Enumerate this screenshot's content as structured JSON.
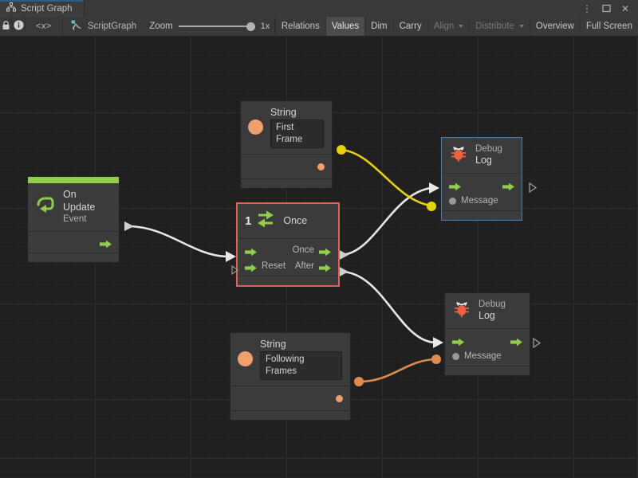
{
  "window": {
    "tab_title": "Script Graph",
    "tab_icon": "graph-hierarchy-icon",
    "controls": {
      "menu": "⋮",
      "maximize": "❐",
      "close": "✕"
    }
  },
  "toolbar": {
    "lock_icon": "lock-icon",
    "info_icon": "info-icon",
    "code_label": "<x>",
    "graph_icon": "script-graph-icon",
    "graph_name": "ScriptGraph",
    "zoom_label": "Zoom",
    "zoom_value": "1x",
    "buttons": [
      {
        "label": "Relations",
        "state": "normal",
        "caret": false
      },
      {
        "label": "Values",
        "state": "active",
        "caret": false
      },
      {
        "label": "Dim",
        "state": "normal",
        "caret": false
      },
      {
        "label": "Carry",
        "state": "normal",
        "caret": false
      },
      {
        "label": "Align",
        "state": "dim",
        "caret": true
      },
      {
        "label": "Distribute",
        "state": "dim",
        "caret": true
      },
      {
        "label": "Overview",
        "state": "normal",
        "caret": false
      },
      {
        "label": "Full Screen",
        "state": "normal",
        "caret": false
      }
    ]
  },
  "graph": {
    "nodes": [
      {
        "id": "on-update",
        "icon": "event-loop-icon",
        "title": "On Update",
        "subtitle": "Event",
        "accent": "#8fce4a",
        "selection": "none",
        "ports": {
          "out_flow": "flow-out-arrow"
        }
      },
      {
        "id": "string-first-frame",
        "icon": "string-circle-icon",
        "title": "String",
        "value": "First Frame",
        "selection": "none",
        "ports": {
          "out_value": "value-out-dot"
        }
      },
      {
        "id": "once",
        "icon": "once-counter-icon",
        "icon_number": "1",
        "title": "Once",
        "selection": "red",
        "ports": {
          "in_flow": "flow-in-arrow",
          "in_reset": "Reset",
          "out_once": "Once",
          "out_after": "After"
        }
      },
      {
        "id": "string-following-frames",
        "icon": "string-circle-icon",
        "title": "String",
        "value": "Following Frames",
        "selection": "none",
        "ports": {
          "out_value": "value-out-dot"
        }
      },
      {
        "id": "debug-log-top",
        "icon": "bug-icon",
        "title": "Log",
        "subtitle": "Debug",
        "selection": "blue",
        "ports": {
          "in_flow": "flow-in-arrow",
          "out_flow": "flow-out-arrow",
          "in_message": "Message"
        }
      },
      {
        "id": "debug-log-bottom",
        "icon": "bug-icon",
        "title": "Log",
        "subtitle": "Debug",
        "selection": "none",
        "ports": {
          "in_flow": "flow-in-arrow",
          "out_flow": "flow-out-arrow",
          "in_message": "Message"
        }
      }
    ],
    "edges": [
      {
        "id": "e-onupdate-once",
        "kind": "flow",
        "color": "#e8e8e8"
      },
      {
        "id": "e-once-debugtop",
        "kind": "flow",
        "color": "#e8e8e8"
      },
      {
        "id": "e-after-debugbottom",
        "kind": "flow",
        "color": "#e8e8e8"
      },
      {
        "id": "e-string1-debugtop",
        "kind": "value",
        "color": "#e8d200"
      },
      {
        "id": "e-string2-debugbottom",
        "kind": "value",
        "color": "#e08b4d"
      }
    ]
  }
}
